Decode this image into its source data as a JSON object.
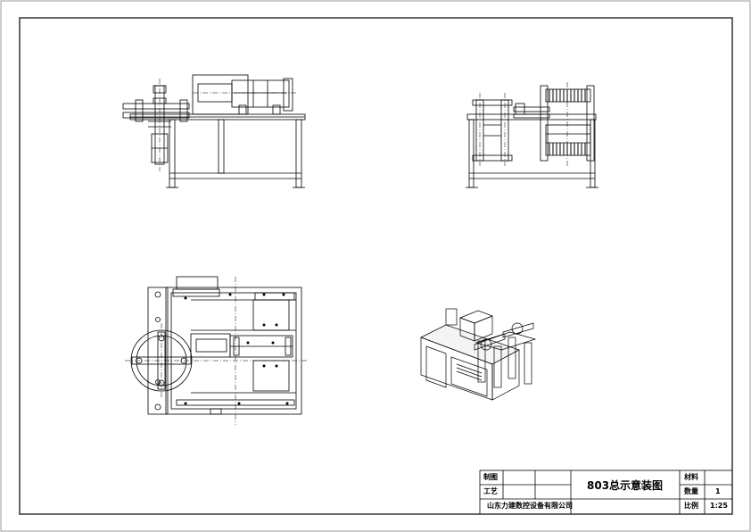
{
  "title_block": {
    "drawing_title": "803总示意装图",
    "company": "山东力建数控设备有限公司",
    "rows": {
      "zhitu": "制图",
      "gongyi": "工艺"
    },
    "fields": {
      "material_label": "材料",
      "material_value": "",
      "quantity_label": "数量",
      "quantity_value": "1",
      "scale_label": "比例",
      "scale_value": "1:25"
    }
  },
  "colors": {
    "line": "#000000",
    "paper": "#ffffff"
  }
}
